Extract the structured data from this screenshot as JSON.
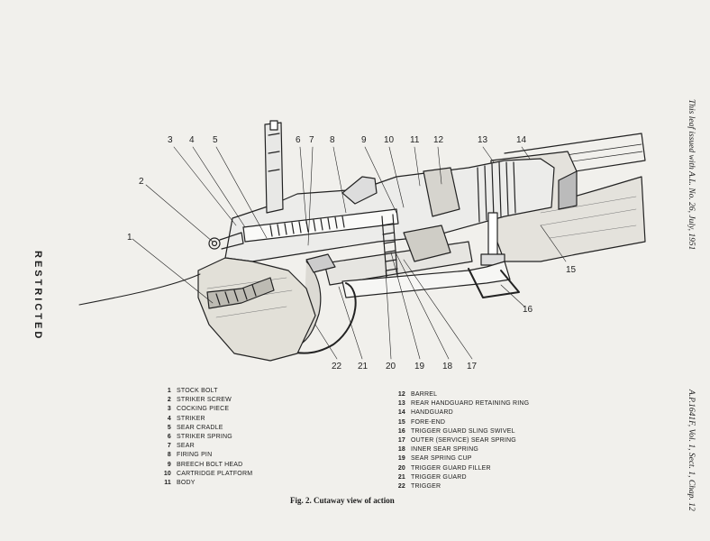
{
  "side_text": {
    "restricted": "RESTRICTED",
    "issued": "This leaf issued with A.L. No. 26, July, 1951",
    "reference": "A.P.1641F, Vol. 1, Sect. 1, Chap. 12"
  },
  "figure": {
    "caption": "Fig. 2.   Cutaway view of action",
    "callouts": [
      "1",
      "2",
      "3",
      "4",
      "5",
      "6",
      "7",
      "8",
      "9",
      "10",
      "11",
      "12",
      "13",
      "14",
      "15",
      "16",
      "17",
      "18",
      "19",
      "20",
      "21",
      "22"
    ]
  },
  "legend": {
    "left": [
      {
        "num": "1",
        "label": "STOCK BOLT"
      },
      {
        "num": "2",
        "label": "STRIKER SCREW"
      },
      {
        "num": "3",
        "label": "COCKING PIECE"
      },
      {
        "num": "4",
        "label": "STRIKER"
      },
      {
        "num": "5",
        "label": "SEAR CRADLE"
      },
      {
        "num": "6",
        "label": "STRIKER SPRING"
      },
      {
        "num": "7",
        "label": "SEAR"
      },
      {
        "num": "8",
        "label": "FIRING PIN"
      },
      {
        "num": "9",
        "label": "BREECH BOLT HEAD"
      },
      {
        "num": "10",
        "label": "CARTRIDGE PLATFORM"
      },
      {
        "num": "11",
        "label": "BODY"
      }
    ],
    "right": [
      {
        "num": "12",
        "label": "BARREL"
      },
      {
        "num": "13",
        "label": "REAR HANDGUARD RETAINING RING"
      },
      {
        "num": "14",
        "label": "HANDGUARD"
      },
      {
        "num": "15",
        "label": "FORE-END"
      },
      {
        "num": "16",
        "label": "TRIGGER GUARD SLING SWIVEL"
      },
      {
        "num": "17",
        "label": "OUTER (SERVICE) SEAR SPRING"
      },
      {
        "num": "18",
        "label": "INNER SEAR SPRING"
      },
      {
        "num": "19",
        "label": "SEAR SPRING CUP"
      },
      {
        "num": "20",
        "label": "TRIGGER GUARD FILLER"
      },
      {
        "num": "21",
        "label": "TRIGGER GUARD"
      },
      {
        "num": "22",
        "label": "TRIGGER"
      }
    ]
  }
}
